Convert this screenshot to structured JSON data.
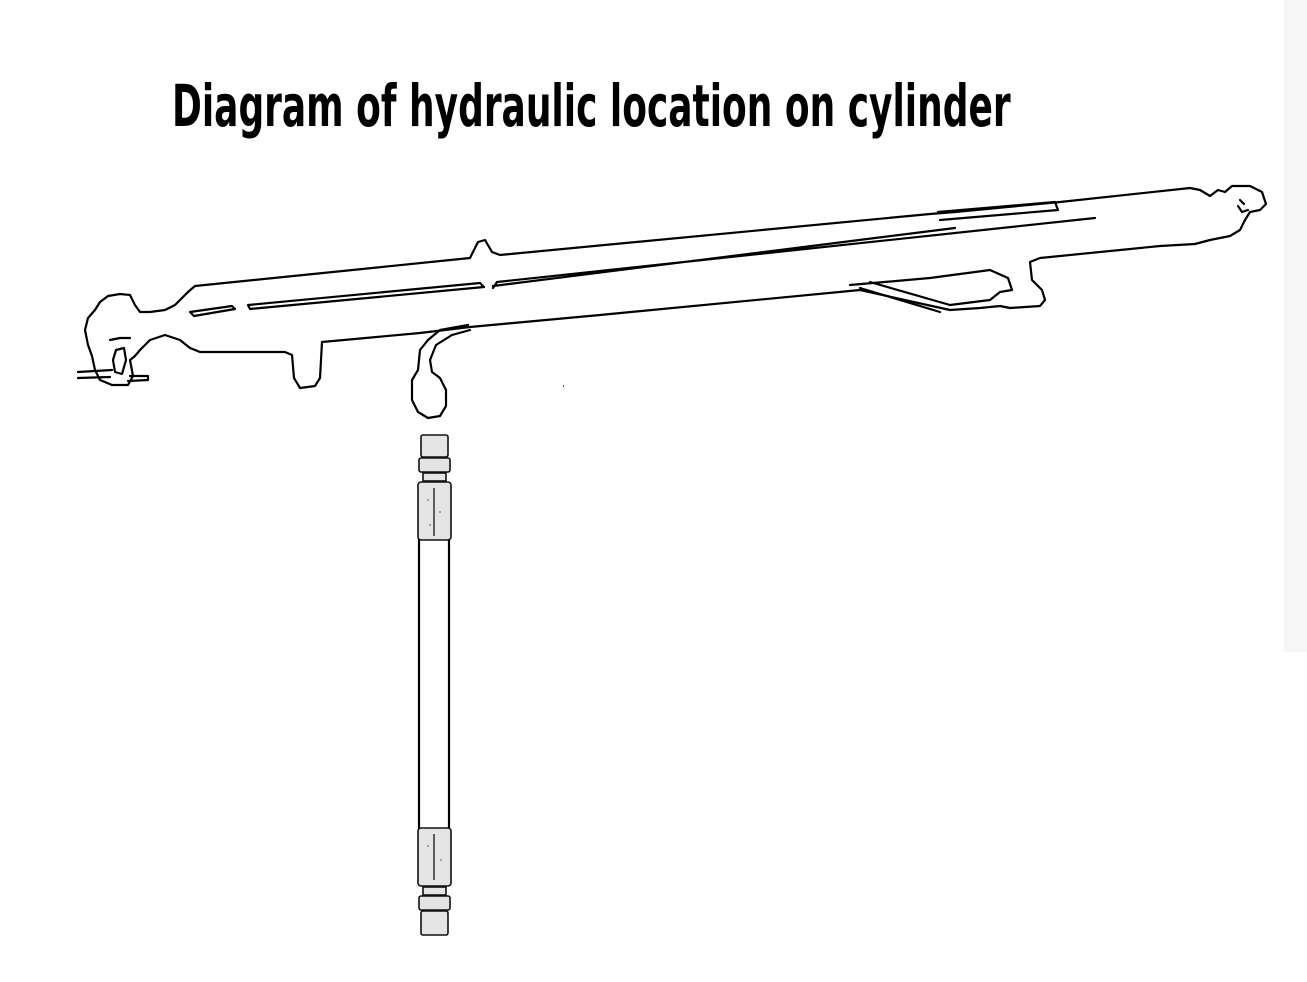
{
  "diagram": {
    "title": "Diagram of hydraulic location on cylinder",
    "components": [
      {
        "id": "hydraulic-cylinder",
        "label": "Hydraulic cylinder (outline, slanted)"
      },
      {
        "id": "hose-port",
        "label": "Hose connection port on cylinder underside"
      },
      {
        "id": "hydraulic-hose",
        "label": "Hydraulic hose assembly (vertical)"
      },
      {
        "id": "hose-fitting-top",
        "label": "Top swivel fitting"
      },
      {
        "id": "hose-fitting-bottom",
        "label": "Bottom swivel fitting"
      }
    ],
    "colors": {
      "line": "#000000",
      "background": "#ffffff",
      "side_strip": "#f6f6f6"
    }
  }
}
